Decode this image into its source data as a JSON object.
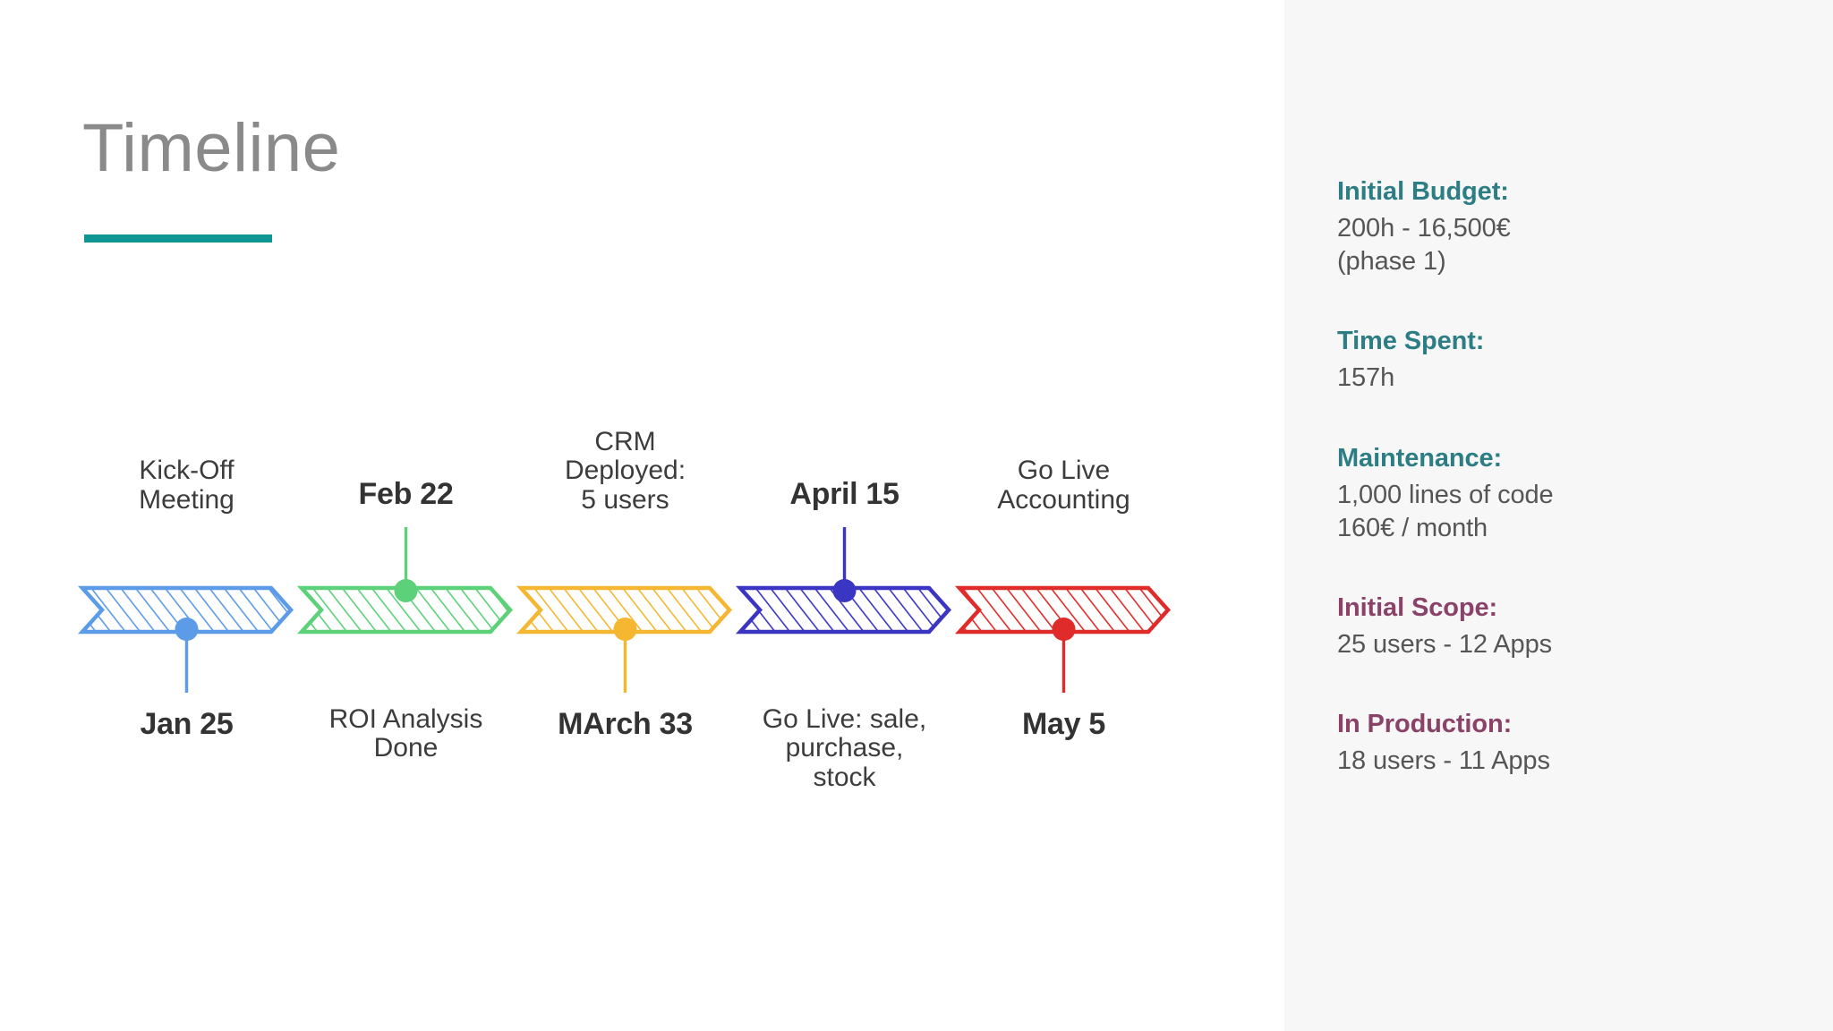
{
  "slide": {
    "title": "Timeline",
    "accent_rule_color": "#0E9594",
    "background": "#ffffff",
    "sidebar_background": "#F7F7F8"
  },
  "timeline": {
    "segments": [
      {
        "id": "kickoff",
        "color": "#5B9BE8",
        "label": "Kick-Off\nMeeting",
        "date": "Jan 25",
        "marker_side": "below"
      },
      {
        "id": "roi-analysis",
        "color": "#5CD17A",
        "label": "ROI Analysis\nDone",
        "date": "Feb 22",
        "marker_side": "above"
      },
      {
        "id": "crm-deployed",
        "color": "#F5B731",
        "label": "CRM\nDeployed:\n5 users",
        "date": "MArch 33",
        "marker_side": "below"
      },
      {
        "id": "go-live-sale",
        "color": "#3B35C4",
        "label": "Go Live: sale,\npurchase,\nstock",
        "date": "April 15",
        "marker_side": "above"
      },
      {
        "id": "go-live-accounting",
        "color": "#E02B2B",
        "label": "Go Live\nAccounting",
        "date": "May 5",
        "marker_side": "below"
      }
    ]
  },
  "sidebar": {
    "blocks": [
      {
        "heading": "Initial Budget:",
        "heading_color": "#2D7D84",
        "lines": [
          "200h - 16,500€",
          "(phase 1)"
        ]
      },
      {
        "heading": "Time Spent:",
        "heading_color": "#2D7D84",
        "lines": [
          "157h"
        ]
      },
      {
        "heading": "Maintenance:",
        "heading_color": "#2D7D84",
        "lines": [
          "1,000 lines of code",
          "160€ / month"
        ]
      },
      {
        "heading": "Initial Scope:",
        "heading_color": "#8B4268",
        "lines": [
          "25 users - 12 Apps"
        ]
      },
      {
        "heading": "In Production:",
        "heading_color": "#8B4268",
        "lines": [
          "18 users - 11 Apps"
        ]
      }
    ]
  }
}
